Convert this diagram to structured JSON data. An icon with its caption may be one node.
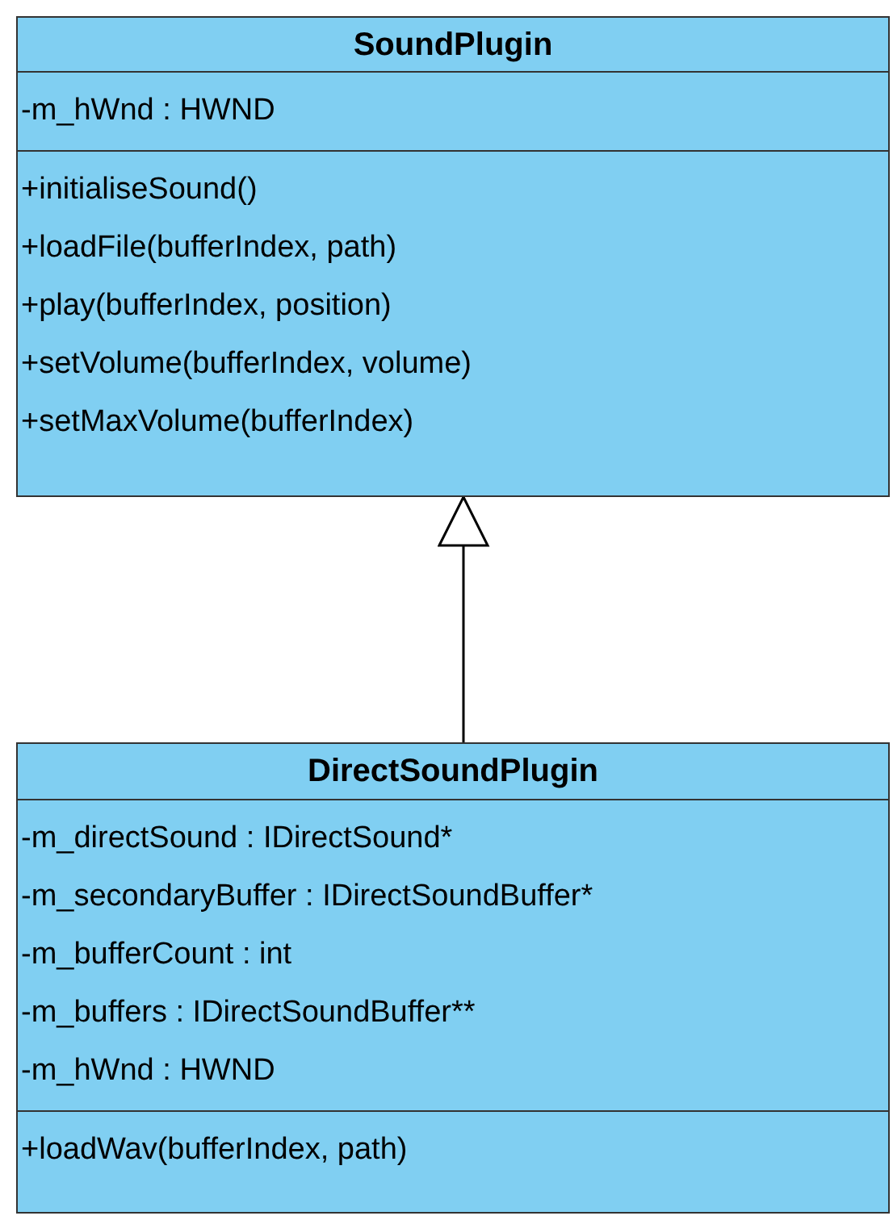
{
  "diagram": {
    "nodes": [
      {
        "text": [
          "SoundPlugin"
        ]
      },
      {
        "text": [
          "-m_hWnd : HWND"
        ],
        "in": 0
      },
      {
        "text": [
          "+initialiseSound()",
          "+loadFile(bufferIndex, path)",
          "+play(bufferIndex, position)",
          "+setVolume(bufferIndex, volume)",
          "+setMaxVolume(bufferIndex)"
        ],
        "in": 0
      },
      {
        "text": [
          "DirectSoundPlugin"
        ]
      },
      {
        "text": [
          "-m_directSound : IDirectSound*",
          "-m_secondaryBuffer : IDirectSoundBuffer*",
          "-m_bufferCount : int",
          "-m_buffers : IDirectSoundBuffer**",
          "-m_hWnd : HWND"
        ],
        "in": 3
      },
      {
        "text": [
          "+loadWav(bufferIndex, path)"
        ],
        "in": 3
      }
    ],
    "edges": [
      {
        "from": 3,
        "to": 0,
        "arrow": "to"
      }
    ]
  }
}
